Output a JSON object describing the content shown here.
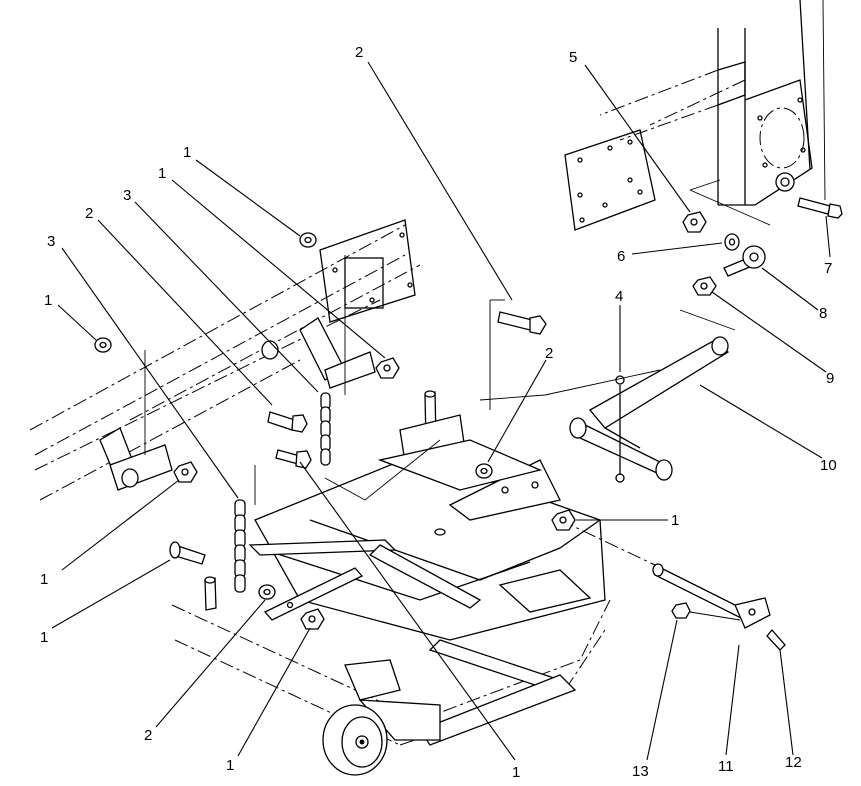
{
  "callouts": [
    {
      "id": "c-2-top",
      "text": "2"
    },
    {
      "id": "c-1-a",
      "text": "1"
    },
    {
      "id": "c-1-b",
      "text": "1"
    },
    {
      "id": "c-3-a",
      "text": "3"
    },
    {
      "id": "c-2-a",
      "text": "2"
    },
    {
      "id": "c-3-b",
      "text": "3"
    },
    {
      "id": "c-1-c",
      "text": "1"
    },
    {
      "id": "c-1-d",
      "text": "1"
    },
    {
      "id": "c-1-e",
      "text": "1"
    },
    {
      "id": "c-2-b",
      "text": "2"
    },
    {
      "id": "c-1-f",
      "text": "1"
    },
    {
      "id": "c-1-g",
      "text": "1"
    },
    {
      "id": "c-2-c",
      "text": "2"
    },
    {
      "id": "c-1-h",
      "text": "1"
    },
    {
      "id": "c-4",
      "text": "4"
    },
    {
      "id": "c-5",
      "text": "5"
    },
    {
      "id": "c-6",
      "text": "6"
    },
    {
      "id": "c-7",
      "text": "7"
    },
    {
      "id": "c-8",
      "text": "8"
    },
    {
      "id": "c-9",
      "text": "9"
    },
    {
      "id": "c-10",
      "text": "10"
    },
    {
      "id": "c-11",
      "text": "11"
    },
    {
      "id": "c-12",
      "text": "12"
    },
    {
      "id": "c-13",
      "text": "13"
    }
  ]
}
